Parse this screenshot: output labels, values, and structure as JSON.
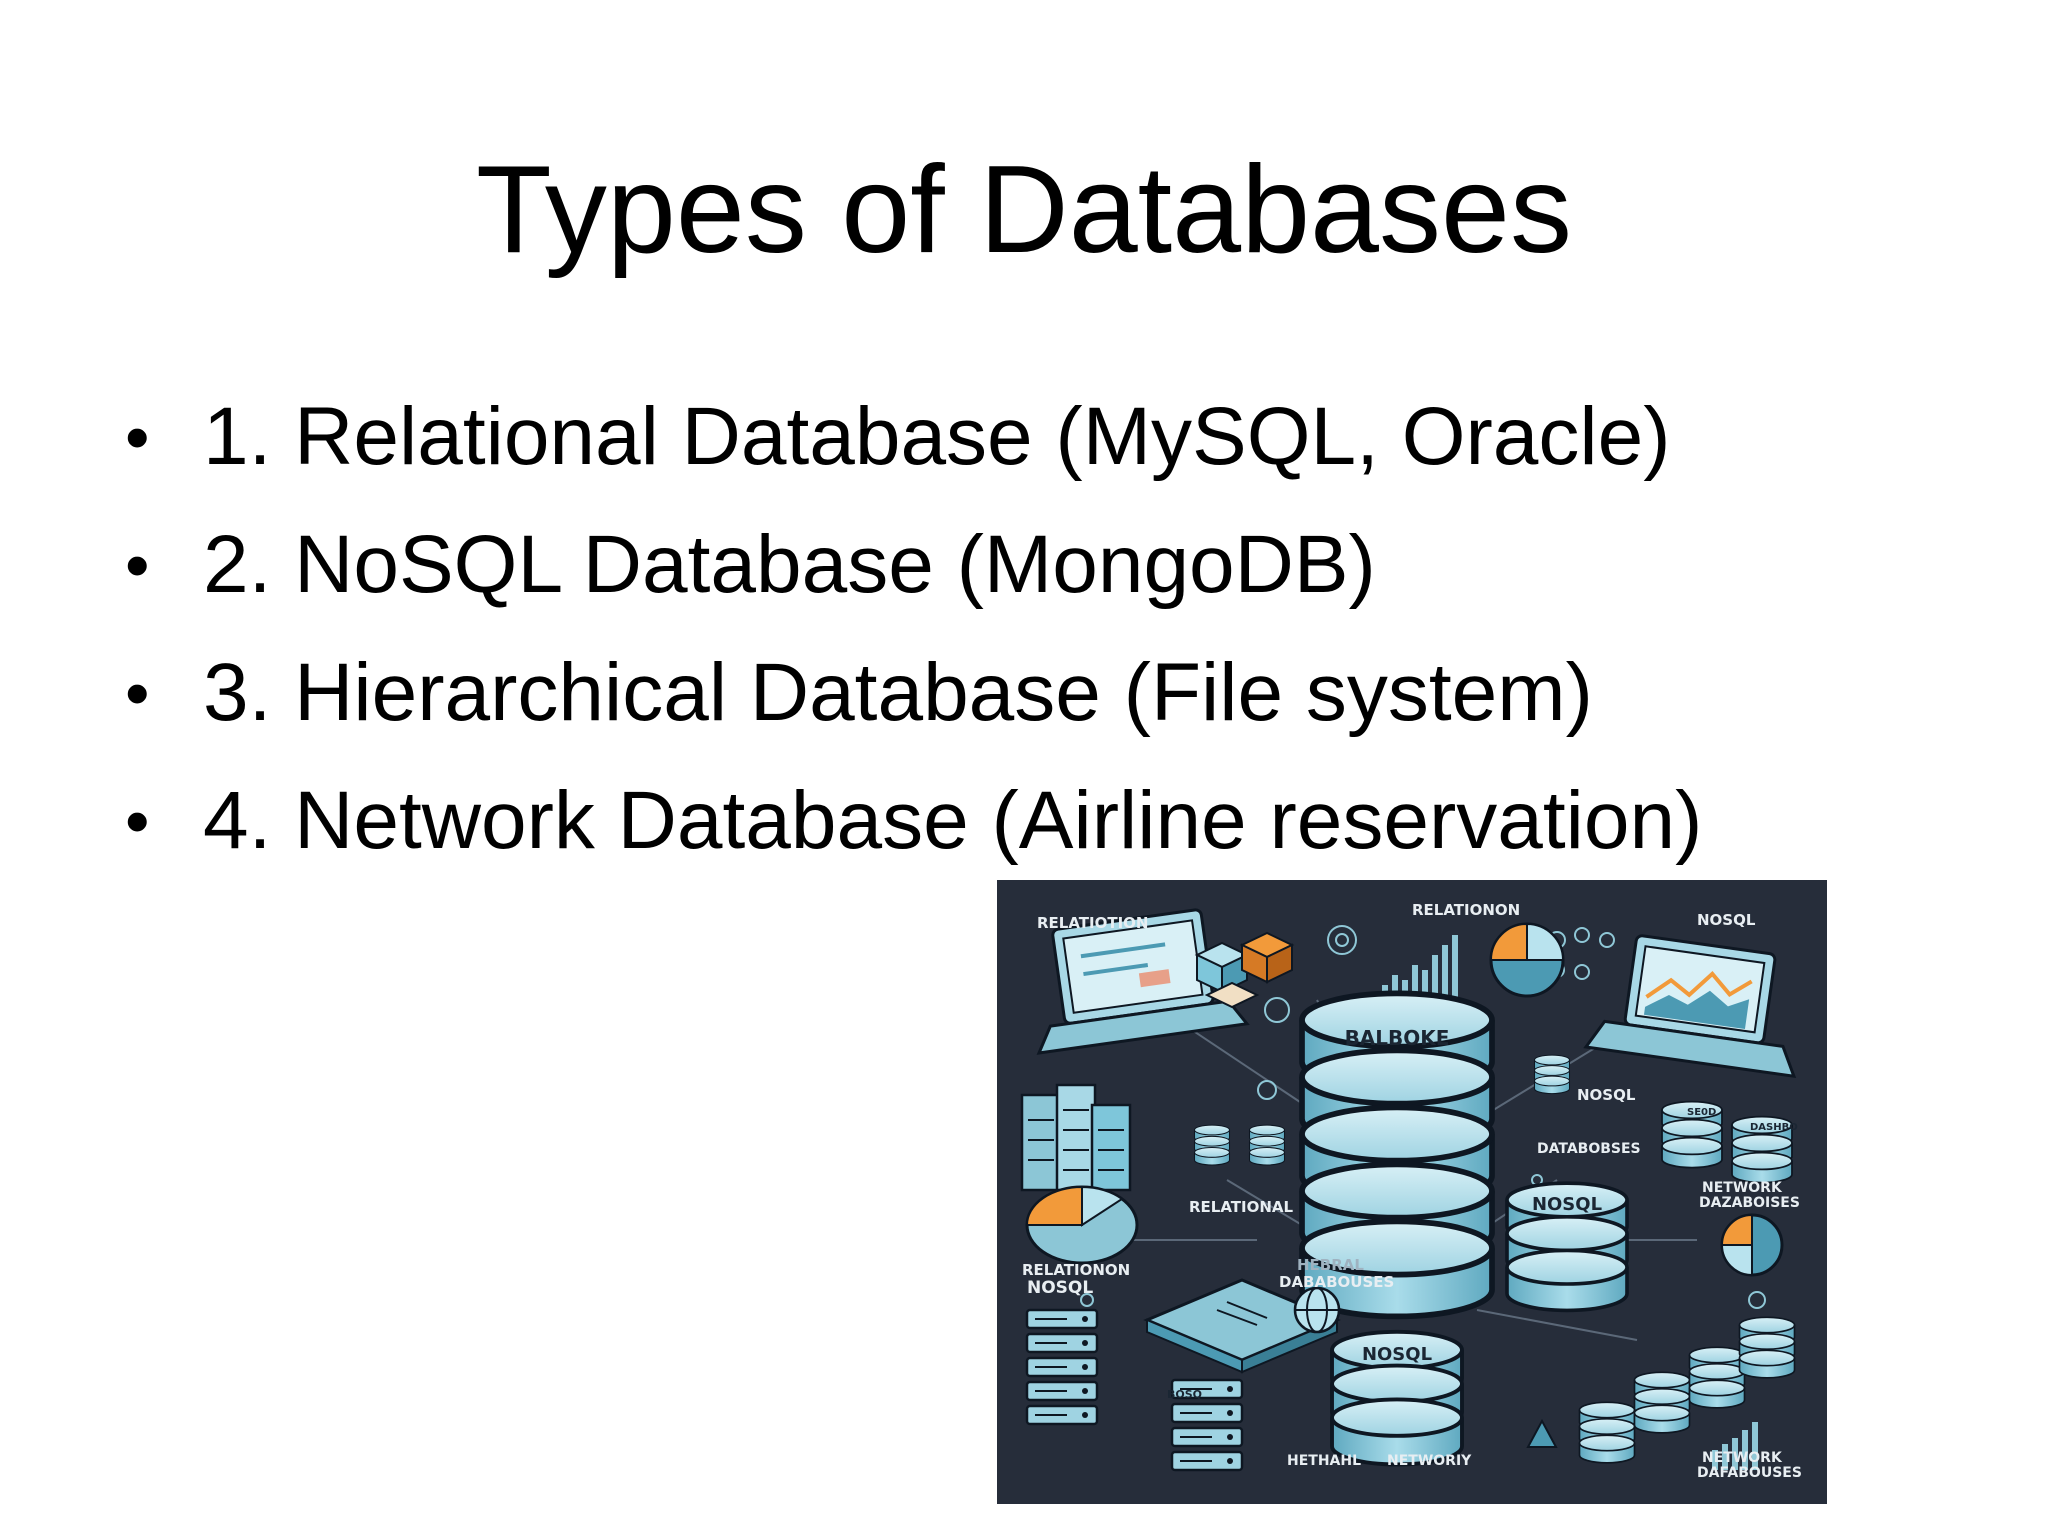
{
  "slide": {
    "title": "Types of Databases",
    "bullets": [
      "1. Relational Database (MySQL, Oracle)",
      "2. NoSQL Database (MongoDB)",
      "3. Hierarchical Database (File system)",
      "4. Network Database (Airline reservation)"
    ],
    "bullet_glyph": "•"
  },
  "illustration": {
    "labels": {
      "top_left": "RELATIOTION",
      "top_center": "RELATIONON",
      "top_right": "NOSQL",
      "central_db": "BALBOKE",
      "mid_right": "NOSQL",
      "databases": "DATABOBSES",
      "relational": "RELATIONAL",
      "left_relation": "RELATIONON",
      "left_nosql": "NOSQL",
      "nosql_stack": "NOSQL",
      "network_right": "NETWORK",
      "network_right_2": "DAZABOISES",
      "hierarchical": "HEBRAL",
      "hierarchical_2": "DABABOUSES",
      "bottom_nosql": "NOSQL",
      "bottom_left": "HETHAHL",
      "bottom_center": "NETWORIY",
      "bottom_right": "NETWORK",
      "bottom_right_2": "DAFABOUSES",
      "small_1": "SE0D",
      "small_2": "DASHBO",
      "small_3": "BOSQ"
    },
    "colors": {
      "background": "#262d3a",
      "cyan_light": "#b9e3ee",
      "cyan_mid": "#7ec6da",
      "cyan_dark": "#4c9ab3",
      "orange": "#f29a3a",
      "outline": "#0e1722",
      "label": "#e8eef2"
    }
  }
}
